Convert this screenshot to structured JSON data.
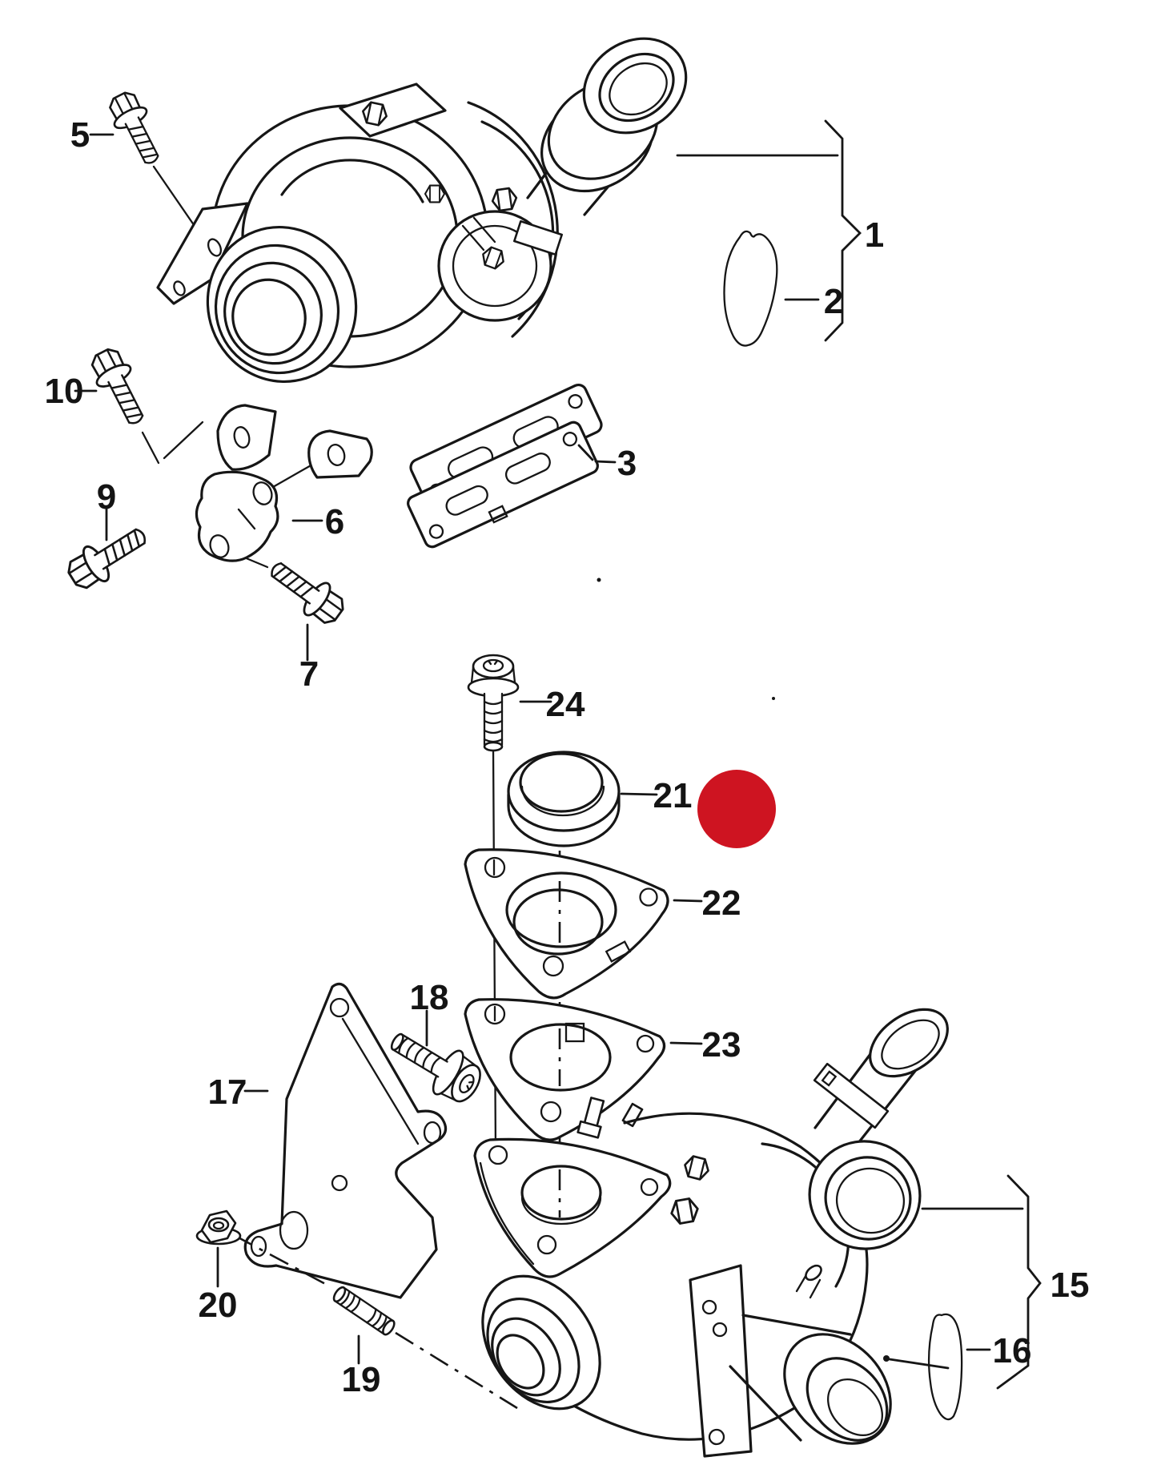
{
  "diagram": {
    "type": "exploded-parts-diagram",
    "subject": "turbocharger and attachment parts",
    "background_color": "#ffffff",
    "line_color": "#161616",
    "highlight": {
      "shape": "circle",
      "color": "#ce1421",
      "marks_part": "21"
    },
    "part_numbers_visible": [
      "1",
      "2",
      "3",
      "5",
      "6",
      "7",
      "9",
      "10",
      "15",
      "16",
      "17",
      "18",
      "19",
      "20",
      "21",
      "22",
      "23",
      "24"
    ]
  },
  "callouts": {
    "n1": {
      "label": "1"
    },
    "n2": {
      "label": "2"
    },
    "n3": {
      "label": "3"
    },
    "n5": {
      "label": "5"
    },
    "n6": {
      "label": "6"
    },
    "n7": {
      "label": "7"
    },
    "n9": {
      "label": "9"
    },
    "n10": {
      "label": "10"
    },
    "n15": {
      "label": "15"
    },
    "n16": {
      "label": "16"
    },
    "n17": {
      "label": "17"
    },
    "n18": {
      "label": "18"
    },
    "n19": {
      "label": "19"
    },
    "n20": {
      "label": "20"
    },
    "n21": {
      "label": "21"
    },
    "n22": {
      "label": "22"
    },
    "n23": {
      "label": "23"
    },
    "n24": {
      "label": "24"
    }
  }
}
